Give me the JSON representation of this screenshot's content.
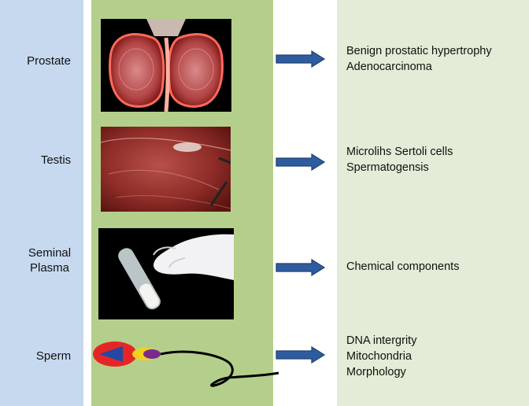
{
  "rows": [
    {
      "label_lines": [
        "Prostate"
      ],
      "image": "prostate-cross-section-image",
      "findings": [
        "Benign prostatic hypertrophy",
        "Adenocarcinoma"
      ]
    },
    {
      "label_lines": [
        "Testis"
      ],
      "image": "testis-surgical-photo",
      "findings": [
        "Microlihs Sertoli cells",
        "Spermatogensis"
      ]
    },
    {
      "label_lines": [
        "Seminal",
        "Plasma"
      ],
      "image": "gloved-hand-test-tube-photo",
      "findings": [
        "Chemical components"
      ]
    },
    {
      "label_lines": [
        "Sperm"
      ],
      "image": "sperm-cell-drawing",
      "findings": [
        "DNA intergrity",
        "Mitochondria",
        "Morphology"
      ]
    }
  ],
  "colors": {
    "left_column": "#c7d9ef",
    "middle_column": "#b4cf8c",
    "right_column": "#e2ecd6",
    "arrow_fill": "#2f5c9e",
    "arrow_stroke": "#1e3f73"
  }
}
